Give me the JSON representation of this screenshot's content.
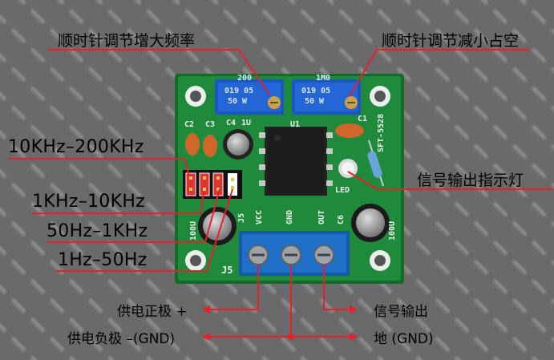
{
  "labels": {
    "cw_increase_freq": "顺时针调节增大频率",
    "cw_decrease_duty": "顺时针调节减小占空",
    "range_10k_200k": "10KHz–200KHz",
    "range_1k_10k": "1KHz–10KHz",
    "range_50_1k": "50Hz–1KHz",
    "range_1_50": "1Hz–50Hz",
    "signal_led": "信号输出指示灯",
    "supply_positive": "供电正极 +",
    "supply_negative": "供电负极 –(GND)",
    "signal_output": "信号输出",
    "ground": "地 (GND)"
  },
  "silkscreen": {
    "c2": "C2",
    "c3": "C3",
    "c4": "C4",
    "c4_value": "1U",
    "u1": "U1",
    "c1": "C1",
    "model": "SFT-5528",
    "led": "LED",
    "j5_left": "J5",
    "j5_vertical": "J5",
    "vcc": "VCC",
    "gnd": "GND",
    "out": "OUT",
    "c6": "C6",
    "cap_left": "100U",
    "cap_right": "100U",
    "pot_left_top": "200",
    "pot_right_top": "1M0",
    "pot_left_code": "019 05",
    "pot_left_val": "50 W",
    "pot_right_code": "019 05",
    "pot_right_val": "50 W"
  },
  "colors": {
    "pcb": "#1f8a3c",
    "pcb_dark": "#136a2a",
    "callout_line": "#e8202a",
    "terminal_block": "#1e6fc6",
    "trimmer": "#1a56c4",
    "ic_body": "#1c1c1c",
    "cap_ceramic": "#d0672a",
    "background": "#6d6d6d"
  }
}
